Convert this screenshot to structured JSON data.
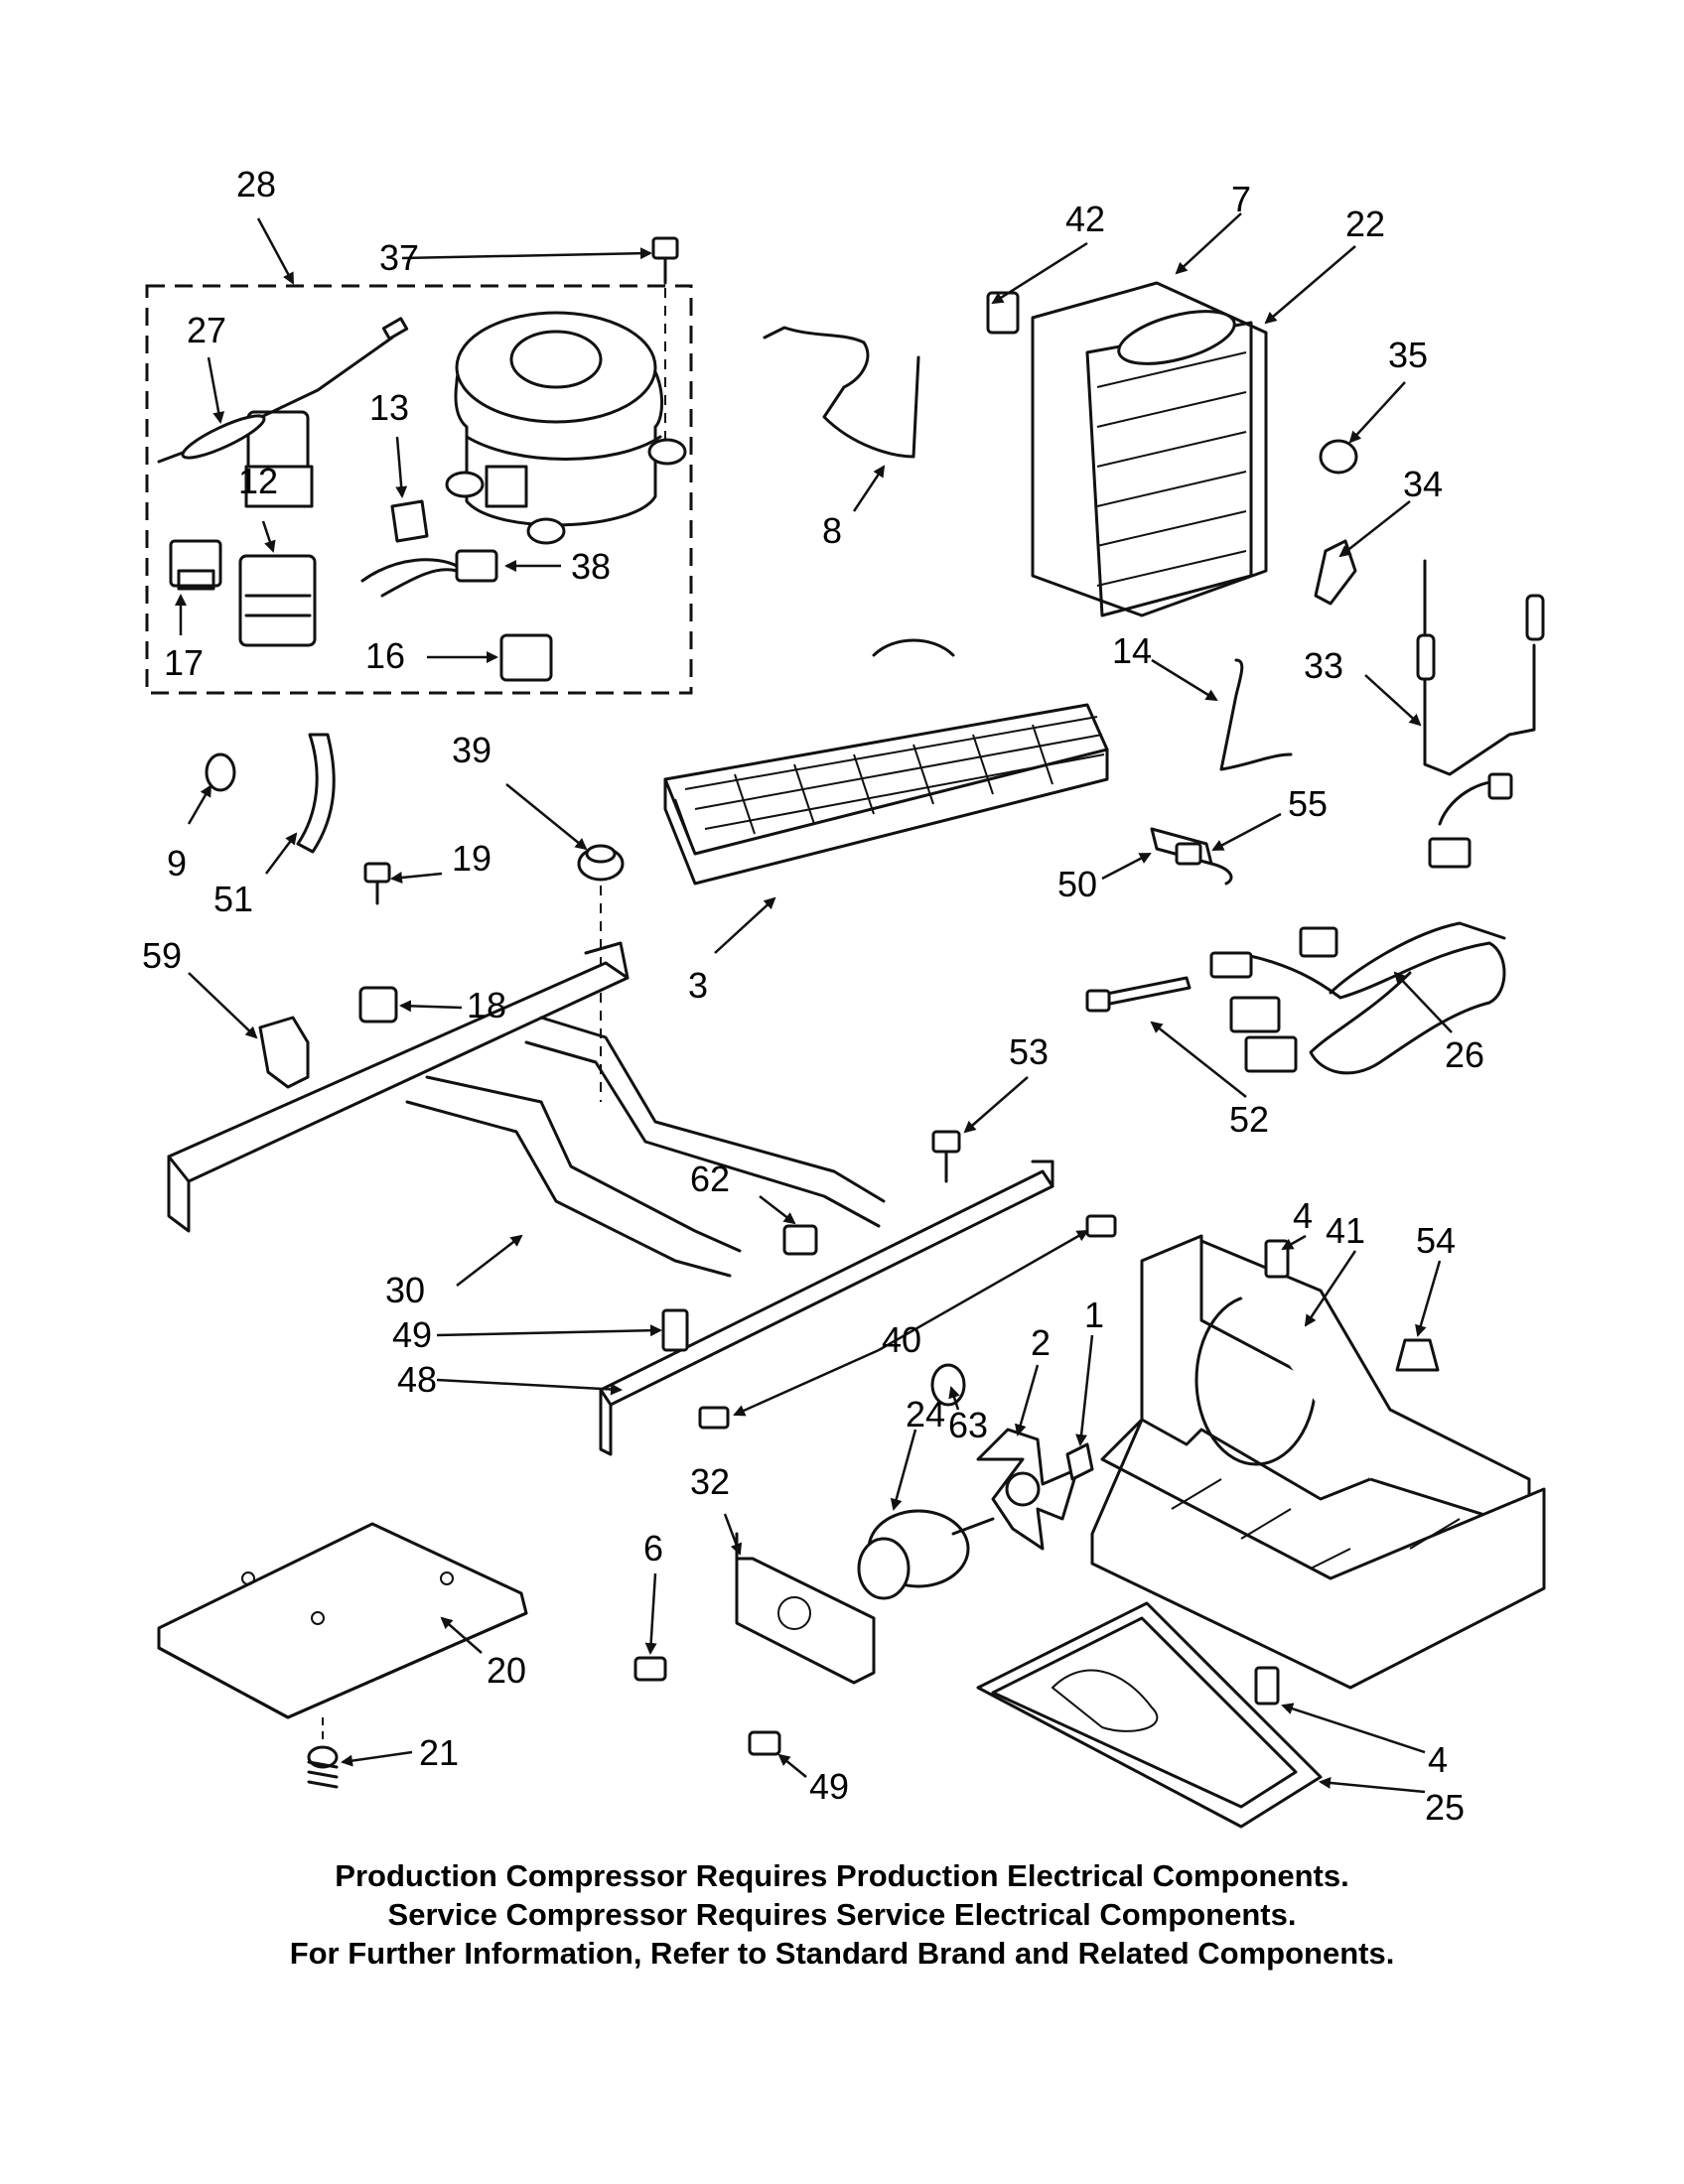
{
  "labels": {
    "l1": "1",
    "l2": "2",
    "l3": "3",
    "l4a": "4",
    "l4b": "4",
    "l6": "6",
    "l7": "7",
    "l8": "8",
    "l9": "9",
    "l12": "12",
    "l13": "13",
    "l14": "14",
    "l16": "16",
    "l17": "17",
    "l18": "18",
    "l19": "19",
    "l20": "20",
    "l21": "21",
    "l22": "22",
    "l24": "24",
    "l25": "25",
    "l26": "26",
    "l27": "27",
    "l28": "28",
    "l30": "30",
    "l32": "32",
    "l33": "33",
    "l34": "34",
    "l35": "35",
    "l37": "37",
    "l38": "38",
    "l39": "39",
    "l40": "40",
    "l41": "41",
    "l42": "42",
    "l48": "48",
    "l49a": "49",
    "l49b": "49",
    "l50": "50",
    "l51": "51",
    "l52": "52",
    "l53": "53",
    "l54": "54",
    "l55": "55",
    "l59": "59",
    "l62": "62",
    "l63": "63"
  },
  "notes": {
    "line1": "Production Compressor Requires Production Electrical Components.",
    "line2": "Service Compressor Requires Service Electrical Components.",
    "line3": "For Further Information, Refer to Standard Brand and Related Components."
  }
}
